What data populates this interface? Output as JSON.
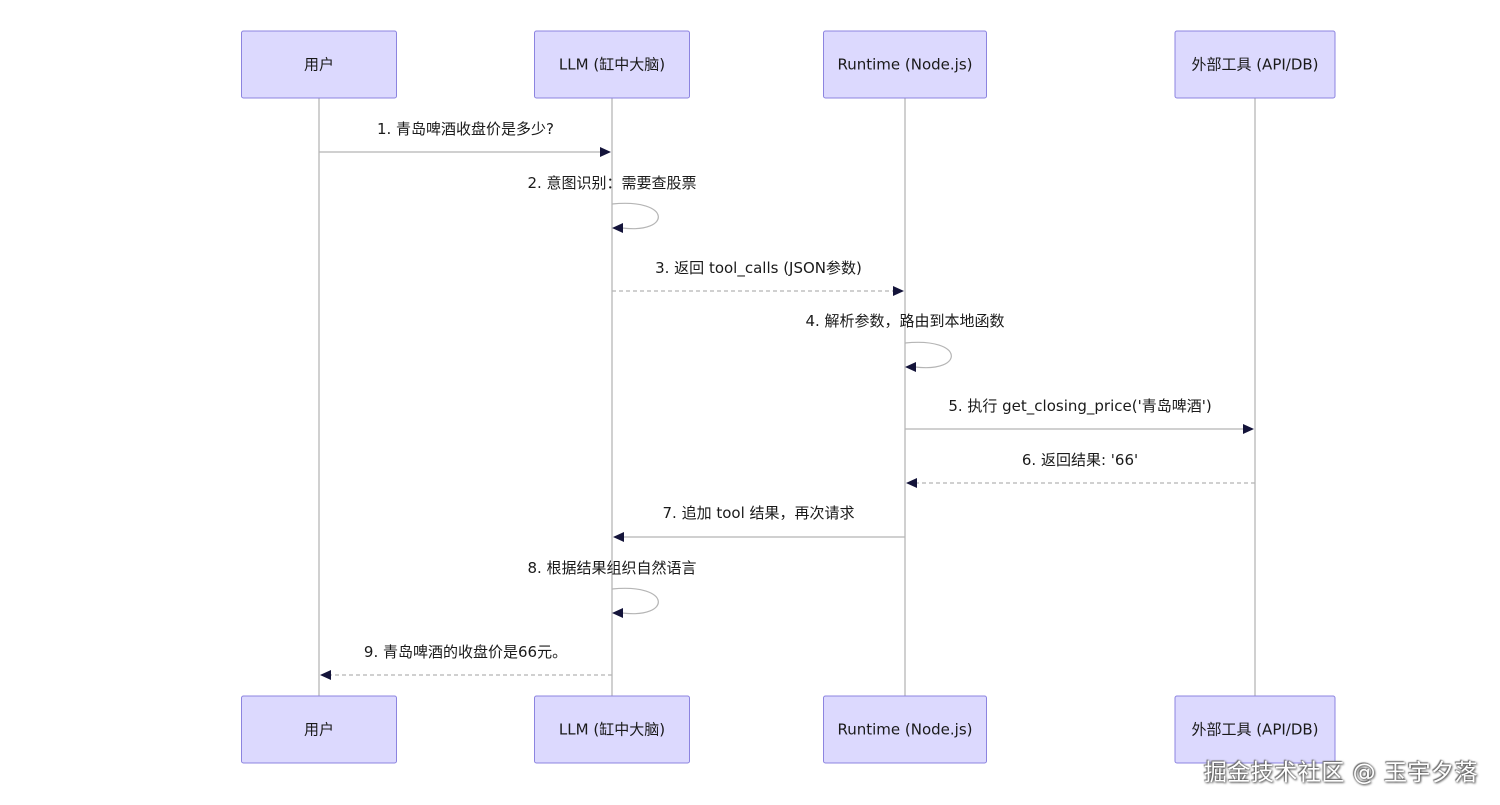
{
  "participants": [
    {
      "id": "user",
      "label": "用户"
    },
    {
      "id": "llm",
      "label": "LLM (缸中大脑)"
    },
    {
      "id": "runtime",
      "label": "Runtime (Node.js)"
    },
    {
      "id": "tools",
      "label": "外部工具 (API/DB)"
    }
  ],
  "messages": [
    {
      "from": "user",
      "to": "llm",
      "label": "1. 青岛啤酒收盘价是多少?",
      "style": "solid"
    },
    {
      "from": "llm",
      "to": "llm",
      "label": "2. 意图识别：需要查股票",
      "style": "solid"
    },
    {
      "from": "llm",
      "to": "runtime",
      "label": "3. 返回 tool_calls (JSON参数)",
      "style": "dashed"
    },
    {
      "from": "runtime",
      "to": "runtime",
      "label": "4. 解析参数，路由到本地函数",
      "style": "solid"
    },
    {
      "from": "runtime",
      "to": "tools",
      "label": "5. 执行 get_closing_price('青岛啤酒')",
      "style": "solid"
    },
    {
      "from": "tools",
      "to": "runtime",
      "label": "6. 返回结果: '66'",
      "style": "dashed"
    },
    {
      "from": "runtime",
      "to": "llm",
      "label": "7. 追加 tool 结果，再次请求",
      "style": "solid"
    },
    {
      "from": "llm",
      "to": "llm",
      "label": "8. 根据结果组织自然语言",
      "style": "solid"
    },
    {
      "from": "llm",
      "to": "user",
      "label": "9. 青岛啤酒的收盘价是66元。",
      "style": "dashed"
    }
  ],
  "watermark": "掘金技术社区 @ 玉宇夕落"
}
